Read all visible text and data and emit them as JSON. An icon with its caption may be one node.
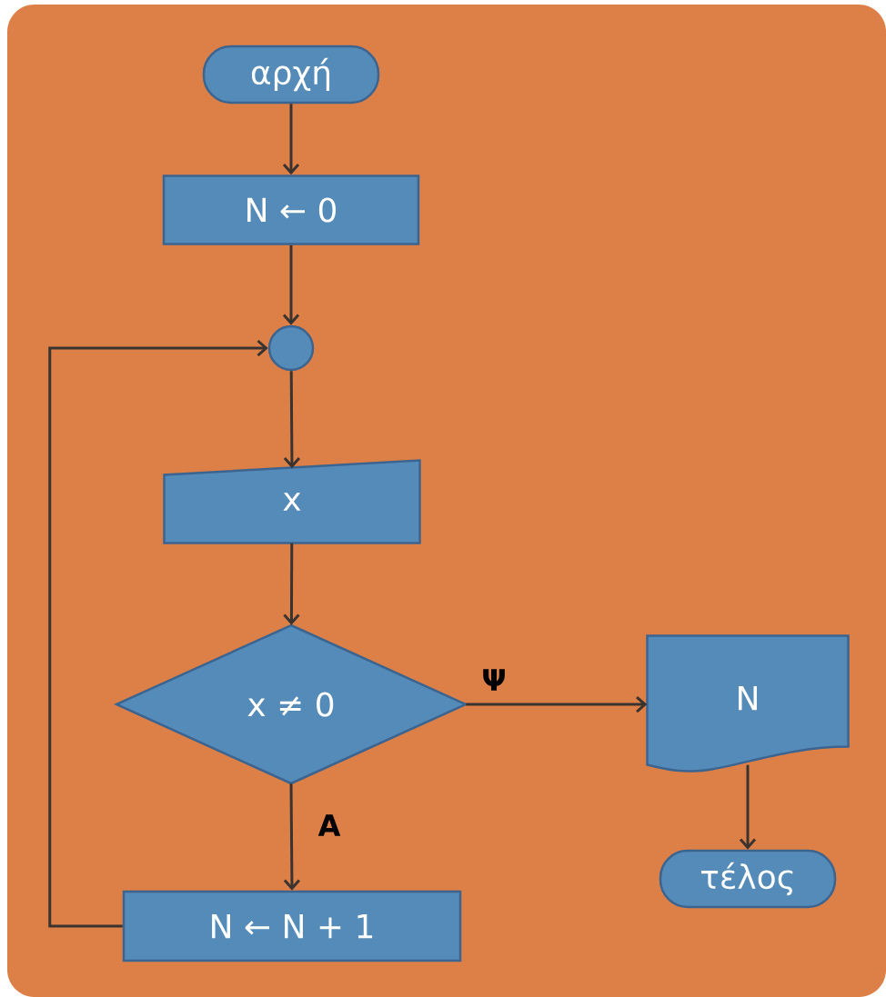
{
  "diagram": {
    "nodes": [
      {
        "text": [
          "αρχή"
        ]
      },
      {
        "text": [
          "N ← 0"
        ]
      },
      {
        "text": [],
        "shape": "circle"
      },
      {
        "text": [
          "x"
        ]
      },
      {
        "text": [
          "x ≠ 0"
        ]
      },
      {
        "text": [
          "N"
        ]
      },
      {
        "text": [
          "τέλος"
        ]
      },
      {
        "text": [
          "N ← N + 1"
        ]
      }
    ],
    "edges": [
      {
        "from": 0,
        "to": 1,
        "arrow": "to"
      },
      {
        "from": 1,
        "to": 2,
        "arrow": "to"
      },
      {
        "from": 2,
        "to": 3,
        "arrow": "to"
      },
      {
        "from": 3,
        "to": 4,
        "arrow": "to"
      },
      {
        "from": 4,
        "to": 5,
        "arrow": "to",
        "label": "Ψ"
      },
      {
        "from": 5,
        "to": 6,
        "arrow": "to"
      },
      {
        "from": 4,
        "to": 7,
        "arrow": "to",
        "label": "Α"
      },
      {
        "from": 7,
        "to": 2,
        "arrow": "to"
      }
    ]
  }
}
